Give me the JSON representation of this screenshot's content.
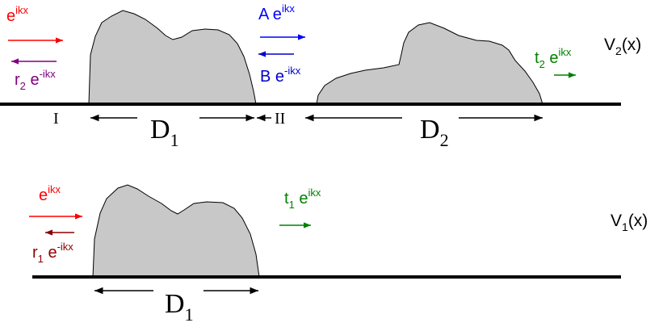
{
  "colors": {
    "incident": "#ff0000",
    "reflected_top": "#800080",
    "amplitude_a": "#0000ff",
    "amplitude_b": "#0000cc",
    "transmitted": "#008000",
    "reflected_bottom": "#8b0000",
    "barrier_fill": "#c8c8c8",
    "line": "#000000"
  },
  "top": {
    "incident": {
      "base": "e",
      "sup": "ikx"
    },
    "reflected": {
      "coef": "r",
      "sub": "2",
      "base": " e",
      "sup": "-ikx"
    },
    "region_a": {
      "coef": "A",
      "base": " e",
      "sup": "ikx"
    },
    "region_b": {
      "coef": "B",
      "base": " e",
      "sup": "-ikx"
    },
    "transmitted": {
      "coef": "t",
      "sub": "2",
      "base": " e",
      "sup": "ikx"
    },
    "potential": {
      "base": "V",
      "sub": "2",
      "tail": "(x)"
    },
    "region_1": "I",
    "region_2": "II",
    "width_1": {
      "base": "D",
      "sub": "1"
    },
    "width_2": {
      "base": "D",
      "sub": "2"
    }
  },
  "bottom": {
    "incident": {
      "base": "e",
      "sup": "ikx"
    },
    "reflected": {
      "coef": "r",
      "sub": "1",
      "base": " e",
      "sup": "-ikx"
    },
    "transmitted": {
      "coef": "t",
      "sub": "1",
      "base": " e",
      "sup": "ikx"
    },
    "potential": {
      "base": "V",
      "sub": "1",
      "tail": "(x)"
    },
    "width_1": {
      "base": "D",
      "sub": "1"
    }
  }
}
